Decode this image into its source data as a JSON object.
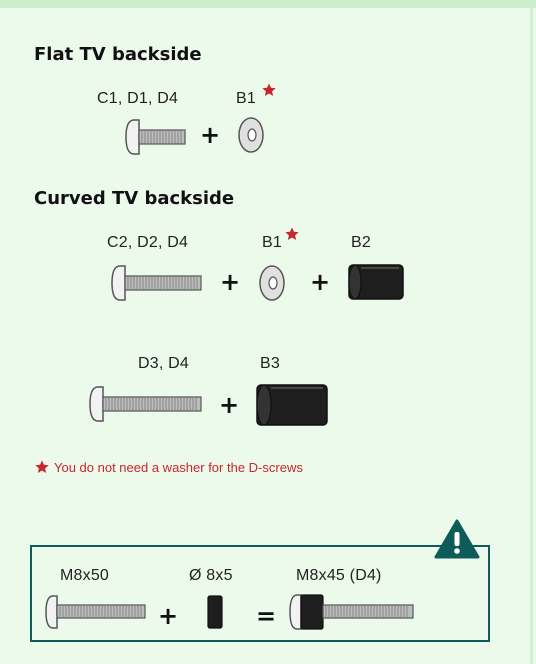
{
  "flat": {
    "heading_bold": "Flat",
    "heading_rest": " TV backside",
    "screw_label": "C1, D1, D4",
    "washer_label": "B1",
    "plus": "+"
  },
  "curved": {
    "heading_bold": "Curved",
    "heading_rest": " TV backside",
    "row1": {
      "screw_label": "C2, D2, D4",
      "washer_label": "B1",
      "spacer_label": "B2",
      "plus1": "+",
      "plus2": "+"
    },
    "row2": {
      "screw_label": "D3, D4",
      "spacer_label": "B3",
      "plus": "+"
    }
  },
  "note": {
    "text": "You do not need a washer for the D-screws"
  },
  "warning": {
    "screw_label": "M8x50",
    "spacer_label": "Ø 8x5",
    "result_label": "M8x45 (D4)",
    "plus": "+",
    "equals": "="
  },
  "colors": {
    "background": "#ecfaec",
    "star": "#c8262d",
    "note_text": "#c8262d",
    "warning_border": "#0d5c5a"
  },
  "icons": {
    "star": "star-icon",
    "warning": "warning-triangle-icon"
  }
}
